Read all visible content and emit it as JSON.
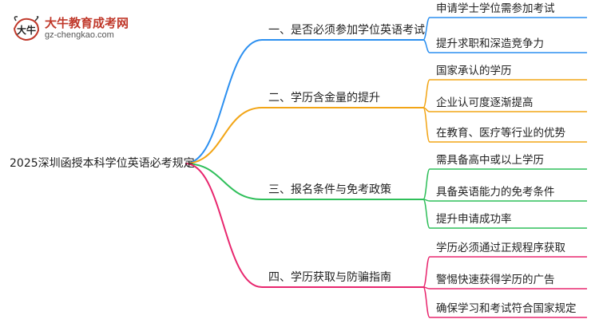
{
  "logo": {
    "title": "大牛教育成考网",
    "url": "gz-chengkao.com",
    "mark_text": "大牛"
  },
  "mindmap": {
    "root": "2025深圳函授本科学位英语必考规定",
    "branches": [
      {
        "label": "一、是否必须参加学位英语考试",
        "color": "#2b8ff0",
        "children": [
          "申请学士学位需参加考试",
          "提升求职和深造竞争力"
        ]
      },
      {
        "label": "二、学历含金量的提升",
        "color": "#f2a516",
        "children": [
          "国家承认的学历",
          "企业认可度逐渐提高",
          "在教育、医疗等行业的优势"
        ]
      },
      {
        "label": "三、报名条件与免考政策",
        "color": "#2fbf5a",
        "children": [
          "需具备高中或以上学历",
          "具备英语能力的免考条件",
          "提升申请成功率"
        ]
      },
      {
        "label": "四、学历获取与防骗指南",
        "color": "#e8266e",
        "children": [
          "学历必须通过正规程序获取",
          "警惕快速获得学历的广告",
          "确保学习和考试符合国家规定"
        ]
      }
    ]
  }
}
